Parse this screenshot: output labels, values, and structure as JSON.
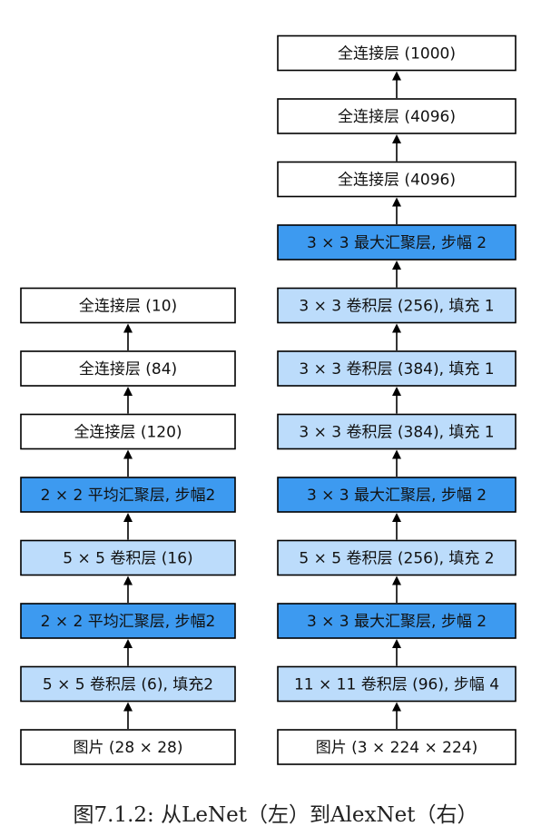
{
  "colors": {
    "box_white": "#ffffff",
    "box_light": "#bcdcfb",
    "box_dark": "#3d9af0",
    "stroke": "#000000"
  },
  "lenet": {
    "layers": [
      {
        "label": "图片 (28 × 28)",
        "style": "white"
      },
      {
        "label": "5 × 5 卷积层 (6), 填充2",
        "style": "light"
      },
      {
        "label": "2 × 2 平均汇聚层, 步幅2",
        "style": "dark"
      },
      {
        "label": "5 × 5 卷积层 (16)",
        "style": "light"
      },
      {
        "label": "2 × 2 平均汇聚层, 步幅2",
        "style": "dark"
      },
      {
        "label": "全连接层 (120)",
        "style": "white"
      },
      {
        "label": "全连接层 (84)",
        "style": "white"
      },
      {
        "label": "全连接层 (10)",
        "style": "white"
      }
    ]
  },
  "alexnet": {
    "layers": [
      {
        "label": "图片 (3 × 224 × 224)",
        "style": "white"
      },
      {
        "label": "11 × 11 卷积层 (96), 步幅 4",
        "style": "light"
      },
      {
        "label": "3 × 3 最大汇聚层, 步幅 2",
        "style": "dark"
      },
      {
        "label": "5 × 5 卷积层 (256), 填充 2",
        "style": "light"
      },
      {
        "label": "3 × 3 最大汇聚层, 步幅 2",
        "style": "dark"
      },
      {
        "label": "3 × 3 卷积层 (384), 填充 1",
        "style": "light"
      },
      {
        "label": "3 × 3 卷积层 (384), 填充 1",
        "style": "light"
      },
      {
        "label": "3 × 3 卷积层 (256), 填充 1",
        "style": "light"
      },
      {
        "label": "3 × 3 最大汇聚层, 步幅 2",
        "style": "dark"
      },
      {
        "label": "全连接层 (4096)",
        "style": "white"
      },
      {
        "label": "全连接层 (4096)",
        "style": "white"
      },
      {
        "label": "全连接层 (1000)",
        "style": "white"
      }
    ]
  },
  "caption": "图7.1.2: 从LeNet（左）到AlexNet（右）"
}
